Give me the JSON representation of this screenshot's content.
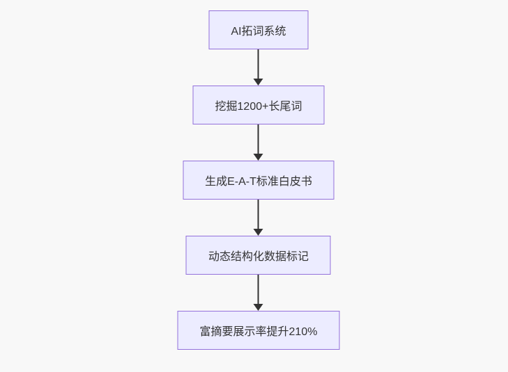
{
  "diagram": {
    "type": "flowchart",
    "direction": "top-down",
    "colors": {
      "background": "#f8f8f8",
      "node_fill": "#ECECFF",
      "node_border": "#9370DB",
      "node_text": "#333333",
      "arrow": "#333333"
    },
    "nodes": [
      {
        "label": "AI拓词系统"
      },
      {
        "label": "挖掘1200+长尾词"
      },
      {
        "label": "生成E-A-T标准白皮书"
      },
      {
        "label": "动态结构化数据标记"
      },
      {
        "label": "富摘要展示率提升210%"
      }
    ],
    "edges": [
      {
        "from": 0,
        "to": 1,
        "style": "arrow-down"
      },
      {
        "from": 1,
        "to": 2,
        "style": "arrow-down"
      },
      {
        "from": 2,
        "to": 3,
        "style": "arrow-down"
      },
      {
        "from": 3,
        "to": 4,
        "style": "arrow-down"
      }
    ]
  }
}
